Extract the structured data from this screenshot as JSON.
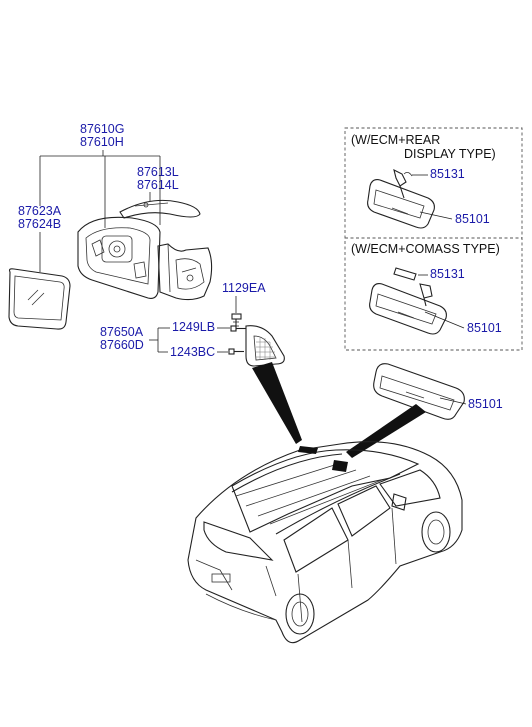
{
  "parts": {
    "mirror_assy_lh": "87610G",
    "mirror_assy_rh": "87610H",
    "cover_lh": "87613L",
    "cover_rh": "87614L",
    "glass_lh": "87623A",
    "glass_rh": "87624B",
    "bolt": "1129EA",
    "inner_cover_lh": "87650A",
    "inner_cover_rh": "87660D",
    "screw_a": "1249LB",
    "screw_b": "1243BC",
    "ecm_rear_wire": "85131",
    "ecm_rear_mirror": "85101",
    "ecm_compass_wire": "85131",
    "ecm_compass_mirror": "85101",
    "room_mirror": "85101"
  },
  "notes": {
    "ecm_rear_line1": "(W/ECM+REAR",
    "ecm_rear_line2": "DISPLAY TYPE)",
    "ecm_compass": "(W/ECM+COMASS TYPE)"
  },
  "colors": {
    "part_number": "#1a1aa8",
    "line": "#222222"
  }
}
